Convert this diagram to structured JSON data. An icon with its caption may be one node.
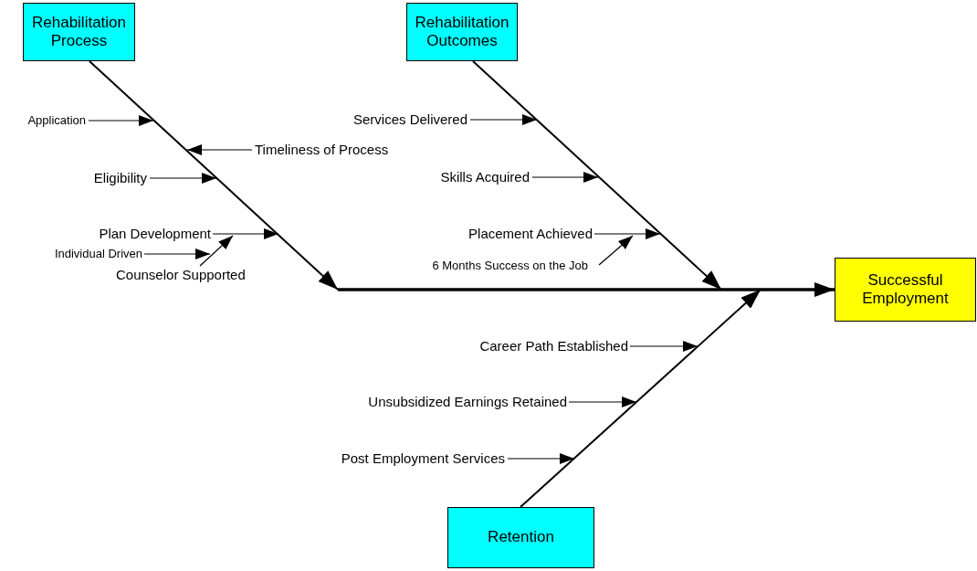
{
  "diagram": {
    "nodes": [
      {
        "text": [
          "Rehabilitation Process"
        ]
      },
      {
        "text": [
          "Rehabilitation Outcomes"
        ]
      },
      {
        "text": [
          "Application"
        ]
      },
      {
        "text": [
          "Services Delivered"
        ]
      },
      {
        "text": [
          "Timeliness of Process"
        ]
      },
      {
        "text": [
          "Eligibility"
        ]
      },
      {
        "text": [
          "Skills Acquired"
        ]
      },
      {
        "text": [
          "Plan Development"
        ]
      },
      {
        "text": [
          "Placement Achieved"
        ]
      },
      {
        "text": [
          "Individual Driven"
        ]
      },
      {
        "text": [
          "6 Months Success on the Job"
        ]
      },
      {
        "text": [
          "Counselor Supported"
        ]
      },
      {
        "text": [
          "Successful Employment"
        ]
      },
      {
        "text": [
          "Career Path Established"
        ]
      },
      {
        "text": [
          "Unsubsidized Earnings Retained"
        ]
      },
      {
        "text": [
          "Post Employment Services"
        ]
      },
      {
        "text": [
          "Retention"
        ]
      }
    ],
    "edges": [
      {
        "from": 0,
        "to": null,
        "arrow": "to"
      },
      {
        "from": 1,
        "to": null,
        "arrow": "to"
      },
      {
        "from": 16,
        "to": null,
        "arrow": "to"
      },
      {
        "from": null,
        "to": 12,
        "arrow": "to",
        "style": "thick"
      },
      {
        "from": 2,
        "to": null,
        "arrow": "to"
      },
      {
        "from": 3,
        "to": null,
        "arrow": "to"
      },
      {
        "from": 4,
        "to": null,
        "arrow": "to"
      },
      {
        "from": 5,
        "to": null,
        "arrow": "to"
      },
      {
        "from": 6,
        "to": null,
        "arrow": "to"
      },
      {
        "from": 7,
        "to": null,
        "arrow": "to"
      },
      {
        "from": 8,
        "to": null,
        "arrow": "to"
      },
      {
        "from": 9,
        "to": 7,
        "arrow": "to"
      },
      {
        "from": 10,
        "to": null,
        "arrow": "to"
      },
      {
        "from": 11,
        "to": 7,
        "arrow": "to"
      },
      {
        "from": 13,
        "to": null,
        "arrow": "to"
      },
      {
        "from": 14,
        "to": null,
        "arrow": "to"
      },
      {
        "from": 15,
        "to": null,
        "arrow": "to"
      }
    ]
  }
}
